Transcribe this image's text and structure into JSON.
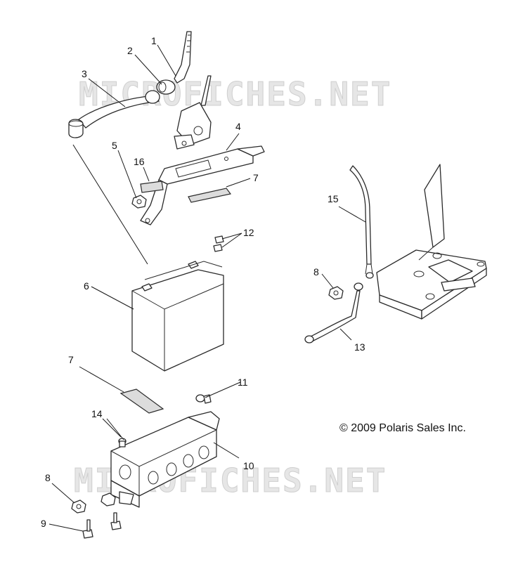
{
  "watermark_text": "MICROFICHES.NET",
  "copyright": "© 2009 Polaris Sales Inc.",
  "callouts": {
    "c1": "1",
    "c2": "2",
    "c3": "3",
    "c4": "4",
    "c5": "5",
    "c6": "6",
    "c7a": "7",
    "c7b": "7",
    "c8a": "8",
    "c8b": "8",
    "c9": "9",
    "c10": "10",
    "c11": "11",
    "c12": "12",
    "c13": "13",
    "c14": "14",
    "c15": "15",
    "c16": "16"
  }
}
